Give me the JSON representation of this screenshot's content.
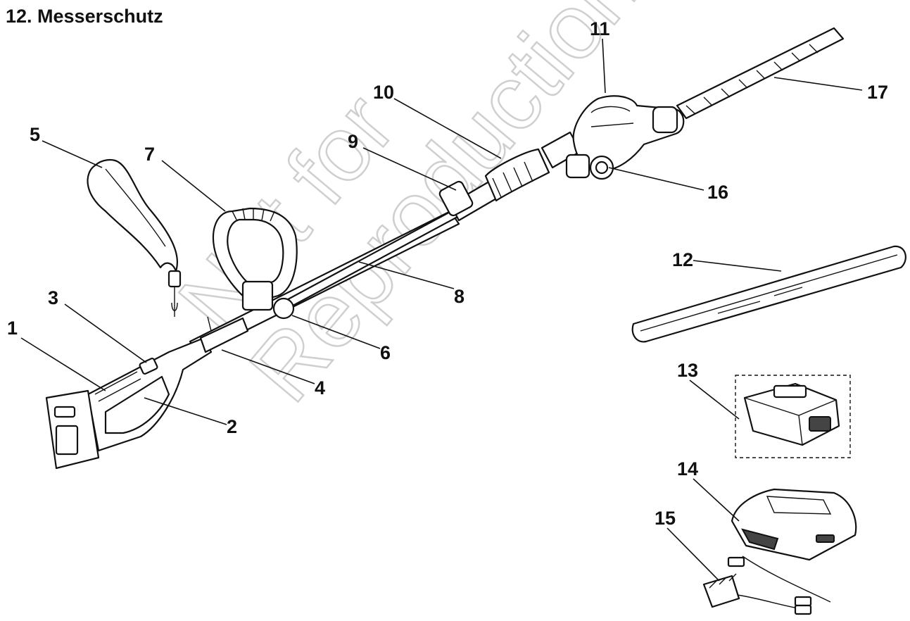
{
  "heading": "12. Messerschutz",
  "watermark": {
    "line1": "Not for",
    "line2": "Reproduction"
  },
  "callouts": [
    "1",
    "2",
    "3",
    "4",
    "5",
    "6",
    "7",
    "8",
    "9",
    "10",
    "11",
    "12",
    "13",
    "14",
    "15",
    "16",
    "17"
  ],
  "icons": [
    "battery-pack-icon",
    "charger-icon",
    "uk-plug-adapter-icon",
    "blade-guard-icon",
    "shoulder-strap-icon",
    "hedge-trimmer-head-icon"
  ]
}
